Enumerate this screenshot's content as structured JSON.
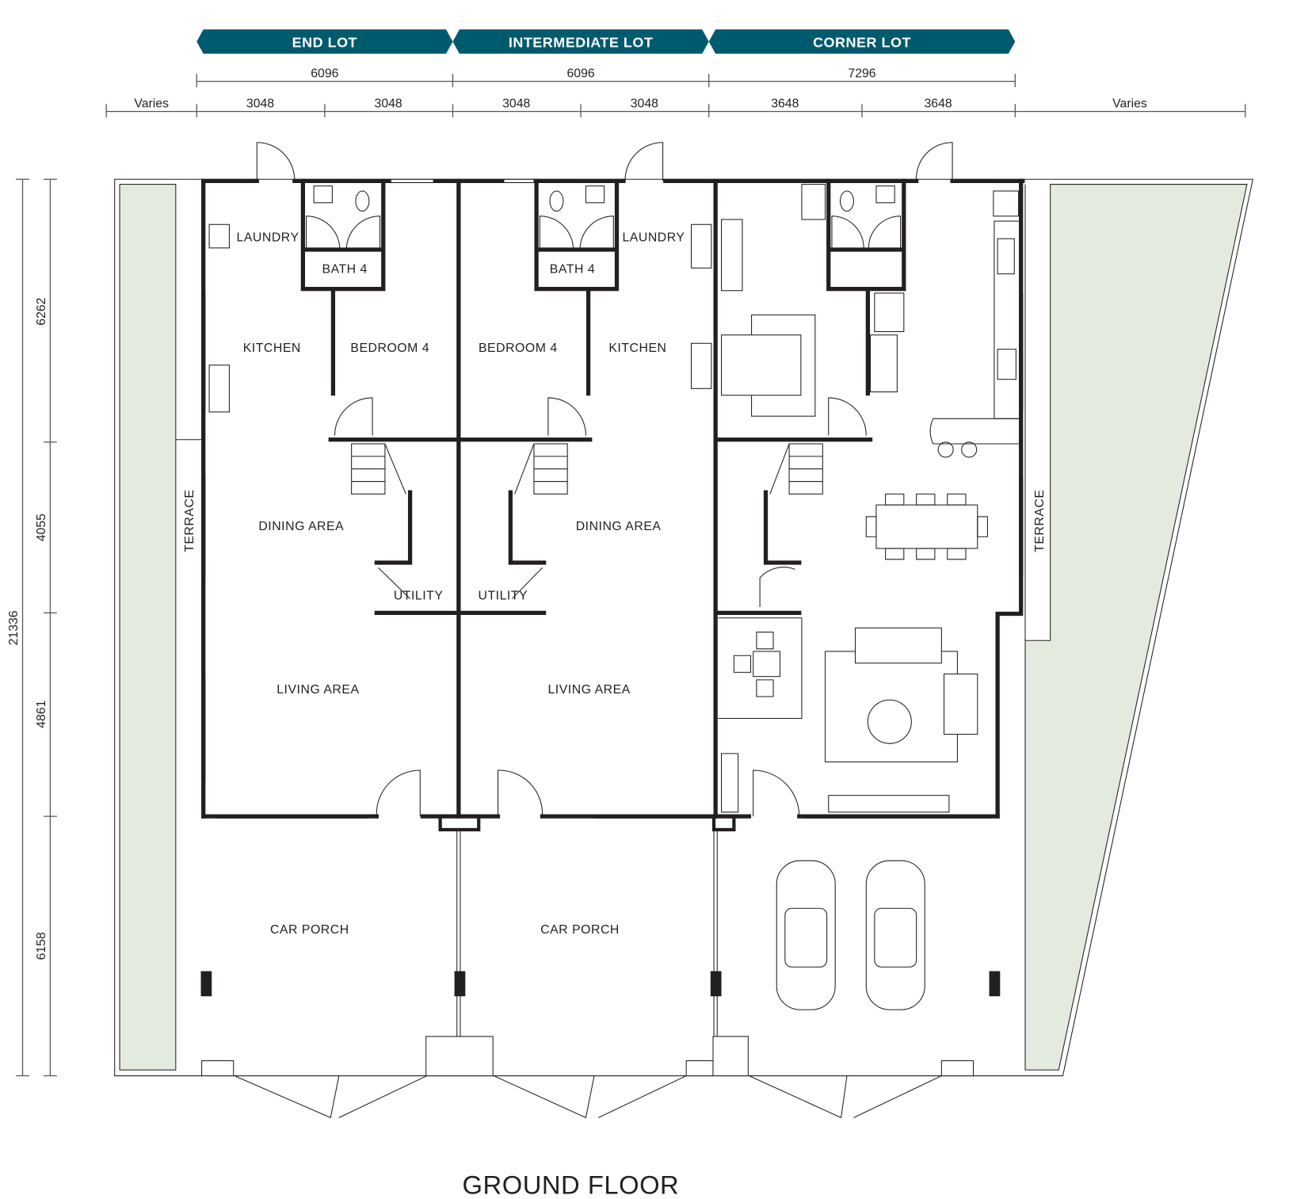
{
  "lots": {
    "end_lot": "END LOT",
    "intermediate_lot": "INTERMEDIATE LOT",
    "corner_lot": "CORNER LOT",
    "badge_color": "#005a6e"
  },
  "dimensions": {
    "top_row": [
      "6096",
      "6096",
      "7296"
    ],
    "second_row": [
      "Varies",
      "3048",
      "3048",
      "3048",
      "3048",
      "3648",
      "3648",
      "Varies"
    ],
    "left_segments": [
      "6262",
      "4055",
      "4861",
      "6158"
    ],
    "left_total": "21336"
  },
  "rooms": {
    "end_lot": {
      "laundry": "LAUNDRY",
      "bath": "BATH 4",
      "kitchen": "KITCHEN",
      "bedroom": "BEDROOM 4",
      "dining": "DINING AREA",
      "utility": "UTILITY",
      "living": "LIVING AREA",
      "car_porch": "CAR PORCH",
      "terrace": "TERRACE"
    },
    "intermediate_lot": {
      "laundry": "LAUNDRY",
      "bath": "BATH 4",
      "kitchen": "KITCHEN",
      "bedroom": "BEDROOM 4",
      "dining": "DINING AREA",
      "utility": "UTILITY",
      "living": "LIVING AREA",
      "car_porch": "CAR PORCH"
    },
    "corner_lot": {
      "terrace": "TERRACE"
    }
  },
  "title": "GROUND FLOOR",
  "colors": {
    "landscape": "#e3ebdf",
    "wall": "#231f20"
  }
}
